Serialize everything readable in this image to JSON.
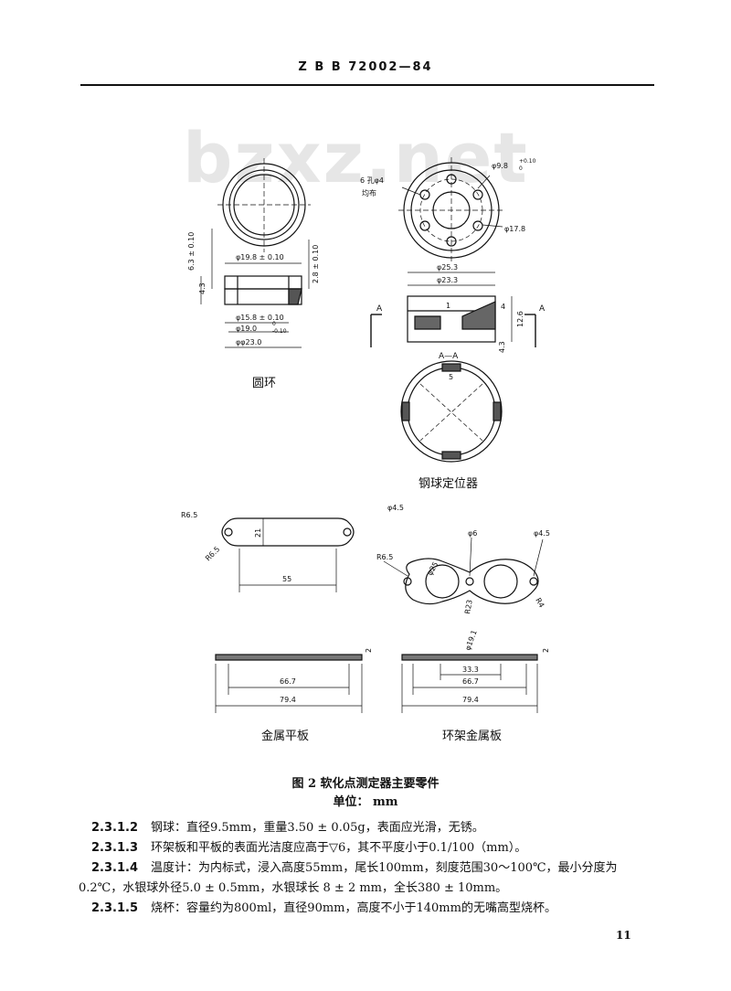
{
  "header": {
    "standard_number": "Z B B 72002—84"
  },
  "watermark": "bzxz.net",
  "figure": {
    "title": "图 2    软化点测定器主要零件",
    "unit": "单位： mm",
    "parts": {
      "ring": {
        "caption": "圆环",
        "dims": {
          "top_d": "φ19.8 ± 0.10",
          "left_h": "6.3 ± 0.10",
          "right_h": "2.8 ± 0.10",
          "low_h": "4.3",
          "inner_d": "φ15.8 ± 0.10",
          "mid_d": "φ19.0",
          "mid_tol_up": "0",
          "mid_tol_low": "-0.10",
          "outer_d": "φφ23.0"
        }
      },
      "locator": {
        "caption": "钢球定位器",
        "dims": {
          "holes": "6 孔φ4",
          "holes_note": "均布",
          "top_d": "φ9.8",
          "top_tol_up": "+0.10",
          "top_tol_low": "0",
          "ring_d": "φ17.8",
          "outer_d": "φ25.3",
          "inner_d": "φ23.3",
          "h1": "4",
          "h2": "12.6",
          "h3": "4.3",
          "small": "1",
          "section_mark": "A",
          "section_label": "A—A",
          "slot": "5"
        }
      },
      "flat_plate": {
        "caption": "金属平板",
        "dims": {
          "r_top": "R6.5",
          "r_bottom": "R6.5",
          "hole": "φ4.5",
          "height": "21",
          "length": "55",
          "inner": "66.7",
          "total": "79.4",
          "thick": "2"
        }
      },
      "frame_plate": {
        "caption": "环架金属板",
        "dims": {
          "r_left": "R6.5",
          "hole_small": "φ6",
          "hole_right": "φ4.5",
          "hole_big": "φ25",
          "r_mid": "R23",
          "r_right": "R4",
          "ring_d": "φ19.1",
          "pitch": "33.3",
          "inner": "66.7",
          "total": "79.4",
          "thick": "2"
        }
      }
    }
  },
  "paragraphs": [
    {
      "num": "2.3.1.2",
      "text": "钢球：直径9.5mm，重量3.50 ± 0.05g，表面应光滑，无锈。"
    },
    {
      "num": "2.3.1.3",
      "text": "环架板和平板的表面光洁度应高于▽6，其不平度小于0.1/100（mm）。"
    },
    {
      "num": "2.3.1.4",
      "text": "温度计：为内标式，浸入高度55mm，尾长100mm，刻度范围30～100℃，最小分度为",
      "cont": "0.2℃，水银球外径5.0 ± 0.5mm，水银球长 8 ± 2 mm，全长380 ± 10mm。"
    },
    {
      "num": "2.3.1.5",
      "text": "烧杯：容量约为800ml，直径90mm，高度不小于140mm的无嘴高型烧杯。"
    }
  ],
  "page_number": "11"
}
